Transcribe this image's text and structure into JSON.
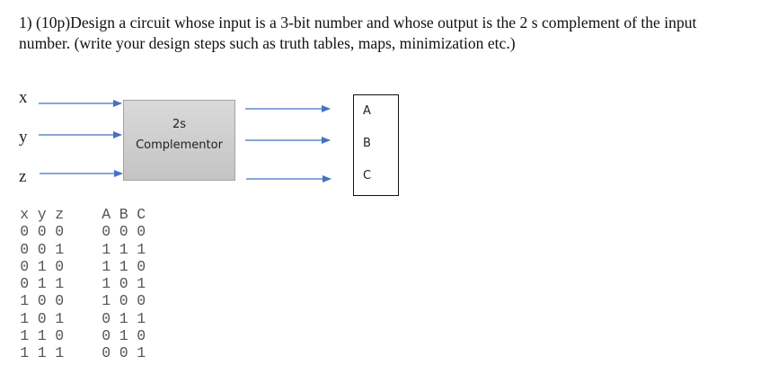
{
  "question": {
    "line1": "1) (10p)Design a circuit whose input is a 3-bit number and whose output is the 2 s complement of the input",
    "line2": "number. (write your design steps such as truth tables, maps, minimization etc.)"
  },
  "diagram": {
    "inputs": [
      "x",
      "y",
      "z"
    ],
    "block": {
      "line1": "2s",
      "line2": "Complementor"
    },
    "outputs": [
      "A",
      "B",
      "C"
    ],
    "arrow_color": "#4472c4",
    "block_fill": "#cccccc"
  },
  "truth_table": {
    "input_headers": [
      "x",
      "y",
      "z"
    ],
    "output_headers": [
      "A",
      "B",
      "C"
    ],
    "rows": [
      {
        "in": [
          "0",
          "0",
          "0"
        ],
        "out": [
          "0",
          "0",
          "0"
        ]
      },
      {
        "in": [
          "0",
          "0",
          "1"
        ],
        "out": [
          "1",
          "1",
          "1"
        ]
      },
      {
        "in": [
          "0",
          "1",
          "0"
        ],
        "out": [
          "1",
          "1",
          "0"
        ]
      },
      {
        "in": [
          "0",
          "1",
          "1"
        ],
        "out": [
          "1",
          "0",
          "1"
        ]
      },
      {
        "in": [
          "1",
          "0",
          "0"
        ],
        "out": [
          "1",
          "0",
          "0"
        ]
      },
      {
        "in": [
          "1",
          "0",
          "1"
        ],
        "out": [
          "0",
          "1",
          "1"
        ]
      },
      {
        "in": [
          "1",
          "1",
          "0"
        ],
        "out": [
          "0",
          "1",
          "0"
        ]
      },
      {
        "in": [
          "1",
          "1",
          "1"
        ],
        "out": [
          "0",
          "0",
          "1"
        ]
      }
    ]
  }
}
